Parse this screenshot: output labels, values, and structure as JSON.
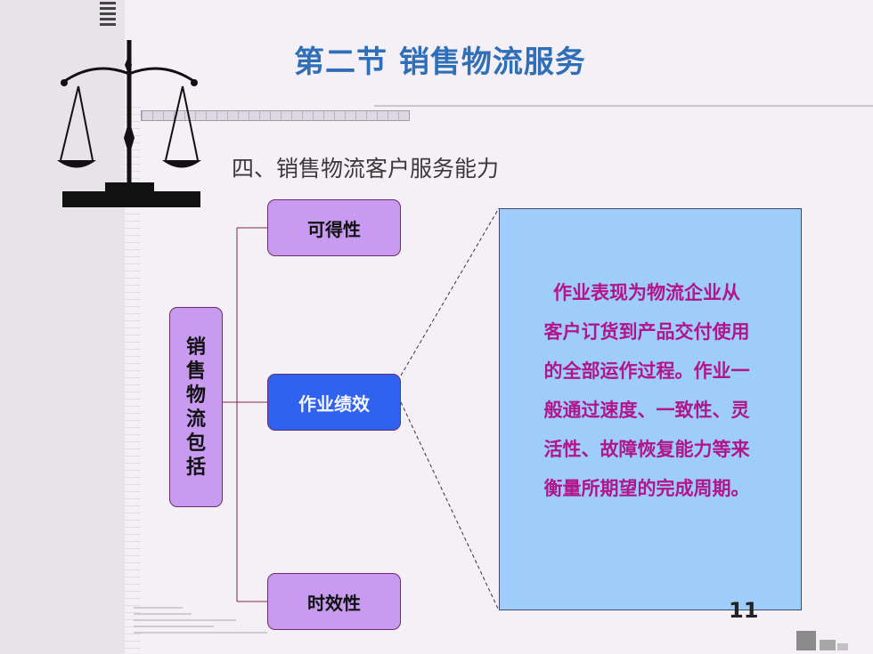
{
  "title": "第二节 销售物流服务",
  "subtitle": "四、销售物流客户服务能力",
  "diagram": {
    "root_chars": [
      "销",
      "售",
      "物",
      "流",
      "包",
      "括"
    ],
    "items": [
      {
        "label": "可得性"
      },
      {
        "label": "作业绩效"
      },
      {
        "label": "时效性"
      }
    ],
    "description_lines": [
      "作业表现为物流企业从",
      "客户订货到产品交付使用",
      "的全部运作过程。作业一",
      "般通过速度、一致性、灵",
      "活性、故障恢复能力等来",
      "衡量所期望的完成周期。"
    ]
  },
  "page_number": "11",
  "colors": {
    "title": "#2f6fb8",
    "box_fill": "#c89bf0",
    "active_box": "#2f62ee",
    "desc_fill": "#9dcdf8",
    "desc_text": "#b2148a"
  },
  "icons": {
    "logo": "balance-scale-icon",
    "corner": "corner-bars-icon"
  }
}
